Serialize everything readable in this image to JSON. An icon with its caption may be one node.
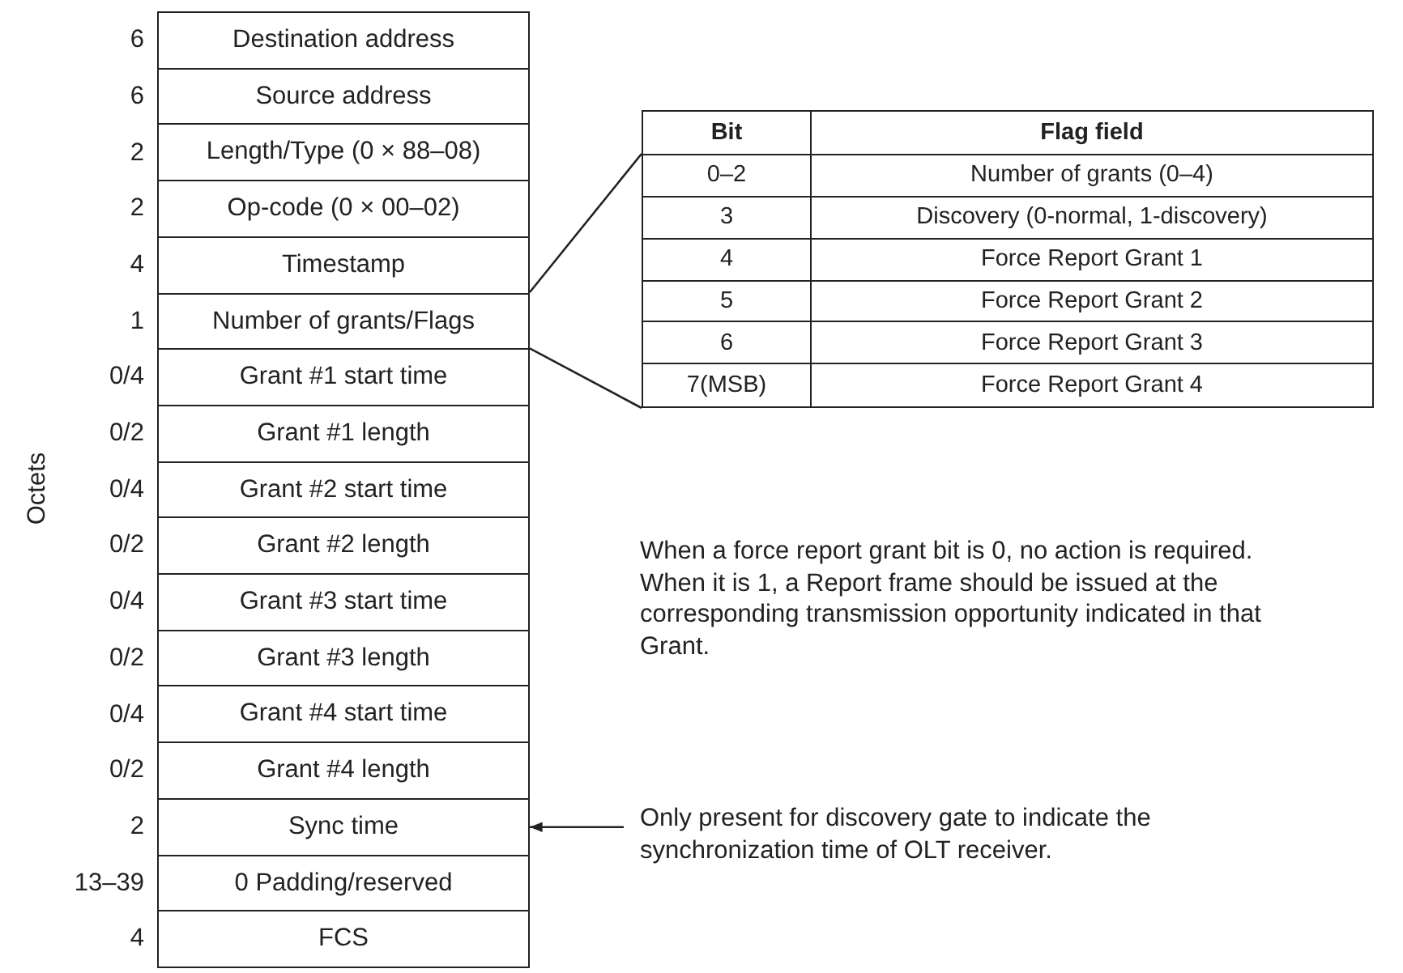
{
  "diagram": {
    "nodes": [
      {
        "text": [
          "Destination address"
        ],
        "beside": [
          "6"
        ]
      },
      {
        "text": [
          "Source address"
        ],
        "beside": [
          "6"
        ]
      },
      {
        "text": [
          "Length/Type (0 × 88–08)"
        ],
        "beside": [
          "2"
        ]
      },
      {
        "text": [
          "Op-code (0 × 00–02)"
        ],
        "beside": [
          "2"
        ]
      },
      {
        "text": [
          "Timestamp"
        ],
        "beside": [
          "4"
        ]
      },
      {
        "text": [
          "Number of grants/Flags"
        ],
        "beside": [
          "1"
        ]
      },
      {
        "text": [
          "Grant #1 start time"
        ],
        "beside": [
          "0/4"
        ]
      },
      {
        "text": [
          "Grant #1 length"
        ],
        "beside": [
          "0/2"
        ]
      },
      {
        "text": [
          "Grant #2 start time"
        ],
        "beside": [
          "0/4"
        ]
      },
      {
        "text": [
          "Grant #2 length"
        ],
        "beside": [
          "0/2"
        ]
      },
      {
        "text": [
          "Grant #3 start time"
        ],
        "beside": [
          "0/4"
        ]
      },
      {
        "text": [
          "Grant #3 length"
        ],
        "beside": [
          "0/2"
        ]
      },
      {
        "text": [
          "Grant #4 start time"
        ],
        "beside": [
          "0/4"
        ]
      },
      {
        "text": [
          "Grant #4 length"
        ],
        "beside": [
          "0/2"
        ]
      },
      {
        "text": [
          "Sync time"
        ],
        "beside": [
          "2"
        ]
      },
      {
        "text": [
          "0 Padding/reserved"
        ],
        "beside": [
          "13–39"
        ]
      },
      {
        "text": [
          "FCS"
        ],
        "beside": [
          "4"
        ]
      },
      {
        "text": [
          "Bit",
          "Flag field",
          "0–2",
          "Number of grants (0–4)",
          "3",
          "Discovery (0-normal, 1-discovery)",
          "4",
          "Force Report Grant 1",
          "5",
          "Force Report Grant 2",
          "6",
          "Force Report Grant 3",
          "7(MSB)",
          "Force Report Grant 4"
        ]
      },
      {
        "text": [
          "Only present for discovery gate to indicate the synchronization time of OLT receiver."
        ]
      }
    ],
    "edges": [
      {
        "from": 5,
        "to": 17,
        "arrow": "none"
      },
      {
        "from": 5,
        "to": 17,
        "arrow": "none"
      },
      {
        "from": 18,
        "to": 14,
        "arrow": "to"
      }
    ],
    "labels": [
      "Octets",
      "When a force report grant bit is 0, no action is required.  When it is 1, a Report frame should be issued at the corresponding transmission opportunity indicated in that Grant."
    ]
  }
}
